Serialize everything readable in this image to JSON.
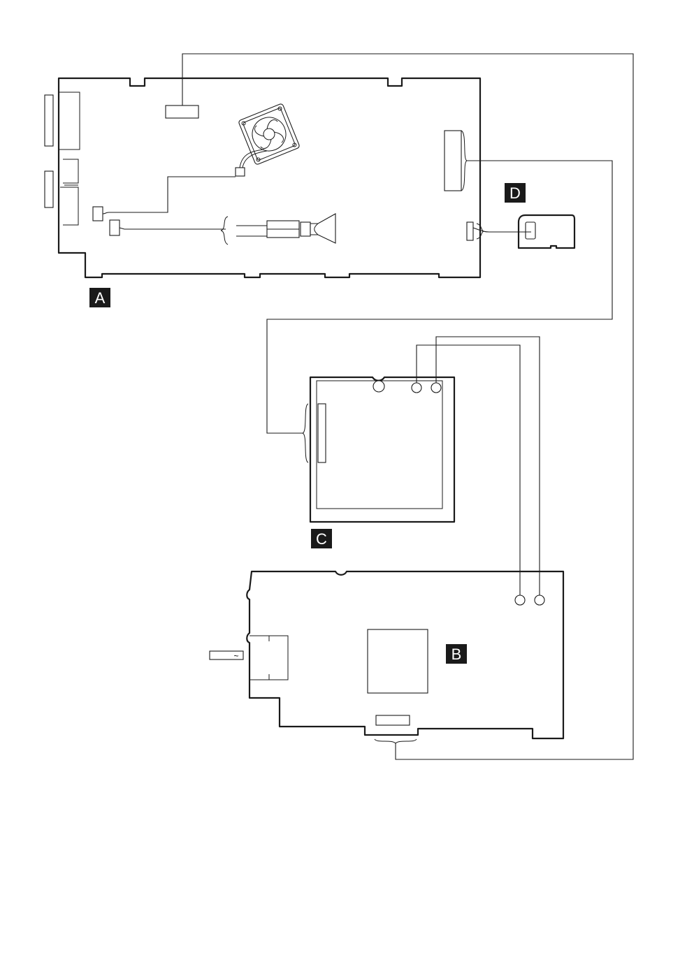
{
  "diagram": {
    "boards": [
      {
        "id": "A",
        "label": "A"
      },
      {
        "id": "B",
        "label": "B"
      },
      {
        "id": "C",
        "label": "C"
      },
      {
        "id": "D",
        "label": "D"
      }
    ],
    "ac_inlet_symbol": "~",
    "colors": {
      "line": "#1a1a1a",
      "badge_bg": "#1a1a1a",
      "badge_text": "#ffffff",
      "background": "#ffffff"
    },
    "icons": [
      "fan-icon",
      "speaker-icon",
      "ac-inlet-icon",
      "transformer-icon",
      "connector-icon"
    ]
  }
}
